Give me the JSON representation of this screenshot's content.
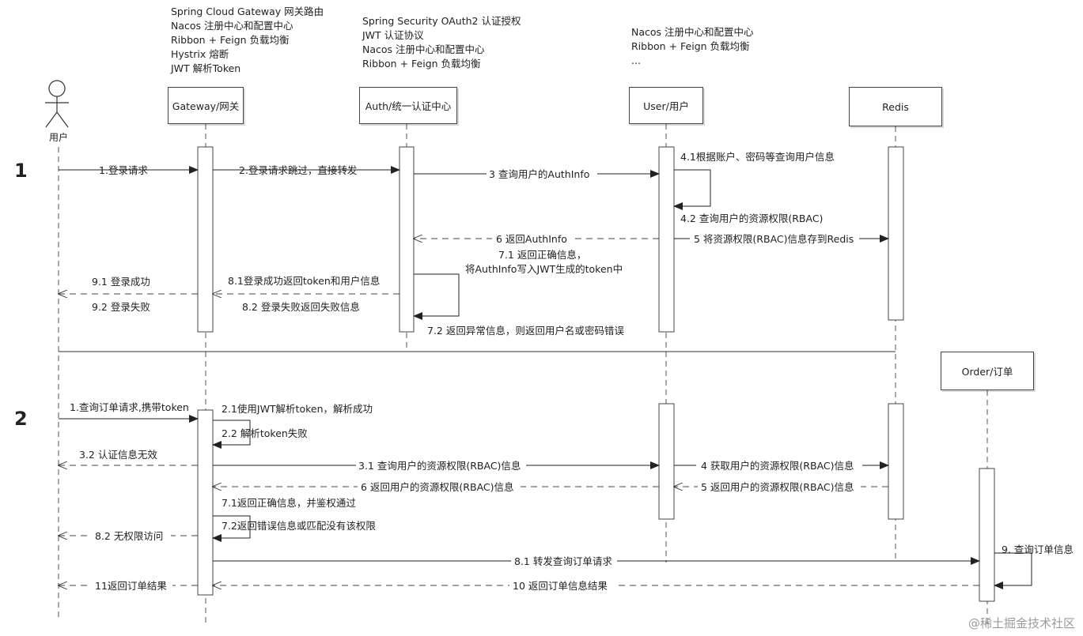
{
  "notes": {
    "gateway": [
      "Spring Cloud Gateway 网关路由",
      "Nacos 注册中心和配置中心",
      "Ribbon + Feign 负载均衡",
      "Hystrix 熔断",
      "JWT 解析Token"
    ],
    "auth": [
      "Spring Security OAuth2 认证授权",
      "JWT 认证协议",
      "Nacos 注册中心和配置中心",
      "Ribbon + Feign 负载均衡"
    ],
    "user": [
      "Nacos 注册中心和配置中心",
      "Ribbon + Feign 负载均衡",
      "..."
    ]
  },
  "participants": {
    "actor_label": "用户",
    "gateway": "Gateway/网关",
    "auth": "Auth/统一认证中心",
    "user": "User/用户",
    "redis": "Redis",
    "order": "Order/订单"
  },
  "sections": [
    "1",
    "2"
  ],
  "messages": [
    {
      "id": "m1",
      "text": "1.登录请求"
    },
    {
      "id": "m2",
      "text": "2.登录请求跳过，直接转发"
    },
    {
      "id": "m3",
      "text": "3 查询用户的AuthInfo"
    },
    {
      "id": "m41",
      "text": "4.1根据账户、密码等查询用户信息"
    },
    {
      "id": "m42",
      "text": "4.2 查询用户的资源权限(RBAC)"
    },
    {
      "id": "m6",
      "text": "6 返回AuthInfo"
    },
    {
      "id": "m5",
      "text": "5 将资源权限(RBAC)信息存到Redis"
    },
    {
      "id": "m71a",
      "text": "7.1 返回正确信息，"
    },
    {
      "id": "m71b",
      "text": "将AuthInfo写入JWT生成的token中"
    },
    {
      "id": "m91",
      "text": "9.1 登录成功"
    },
    {
      "id": "m81",
      "text": "8.1登录成功返回token和用户信息"
    },
    {
      "id": "m92",
      "text": "9.2 登录失败"
    },
    {
      "id": "m82",
      "text": "8.2 登录失败返回失败信息"
    },
    {
      "id": "m72",
      "text": "7.2 返回异常信息，则返回用户名或密码错误"
    },
    {
      "id": "s1",
      "text": "1.查询订单请求,携带token"
    },
    {
      "id": "s21",
      "text": "2.1使用JWT解析token，解析成功"
    },
    {
      "id": "s22",
      "text": "2.2 解析token失败"
    },
    {
      "id": "s32",
      "text": "3.2 认证信息无效"
    },
    {
      "id": "s31",
      "text": "3.1 查询用户的资源权限(RBAC)信息"
    },
    {
      "id": "s4",
      "text": "4 获取用户的资源权限(RBAC)信息"
    },
    {
      "id": "s6",
      "text": "6 返回用户的资源权限(RBAC)信息"
    },
    {
      "id": "s5",
      "text": "5 返回用户的资源权限(RBAC)信息"
    },
    {
      "id": "s71",
      "text": "7.1返回正确信息，并鉴权通过"
    },
    {
      "id": "s72",
      "text": "7.2返回错误信息或匹配没有该权限"
    },
    {
      "id": "s82",
      "text": "8.2 无权限访问"
    },
    {
      "id": "s81",
      "text": "8.1 转发查询订单请求"
    },
    {
      "id": "s9",
      "text": "9. 查询订单信息"
    },
    {
      "id": "s11",
      "text": "11返回订单结果"
    },
    {
      "id": "s10",
      "text": "10 返回订单信息结果"
    }
  ],
  "watermark": "@稀土掘金技术社区"
}
